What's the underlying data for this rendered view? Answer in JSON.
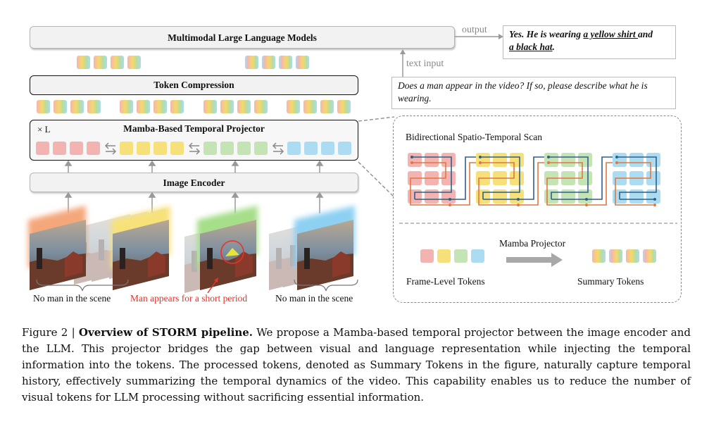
{
  "figure": {
    "llm_label": "Multimodal Large Language Models",
    "token_compression_label": "Token Compression",
    "projector_label": "Mamba-Based Temporal Projector",
    "projector_repeat": "× L",
    "image_encoder_label": "Image Encoder",
    "output_label": "output",
    "text_input_label": "text input",
    "answer": {
      "prefix": "Yes. He is wearing ",
      "item1": "a yellow shirt ",
      "mid": "and",
      "item2": "a black hat",
      "suffix": "."
    },
    "question": "Does a man appear in the video? If so, please describe what he is wearing.",
    "frame_captions": [
      "No man in the scene",
      "Man appears for a short period",
      "No man in the scene"
    ],
    "highlight_color": "#e8322b",
    "token_colors": {
      "red": "#f2b3b1",
      "yellow": "#f6e07a",
      "green": "#c5e4b5",
      "blue": "#acdcf2"
    },
    "scan_colors": {
      "forward": "#2f5f86",
      "backward": "#e0773e"
    },
    "panel": {
      "scan_title": "Bidirectional Spatio-Temporal Scan",
      "projector_label": "Mamba Projector",
      "frame_tokens_label": "Frame-Level Tokens",
      "summary_tokens_label": "Summary Tokens"
    }
  },
  "caption": {
    "figure_number": "Figure 2 | ",
    "title": "Overview of STORM pipeline.",
    "body": " We propose a Mamba-based temporal projector between the image encoder and the LLM. This projector bridges the gap between visual and language representation while injecting the temporal information into the tokens. The processed tokens, denoted as Summary Tokens in the figure, naturally capture temporal history, effectively summarizing the temporal dynamics of the video. This capability enables us to reduce the number of visual tokens for LLM processing without sacrificing essential information."
  }
}
